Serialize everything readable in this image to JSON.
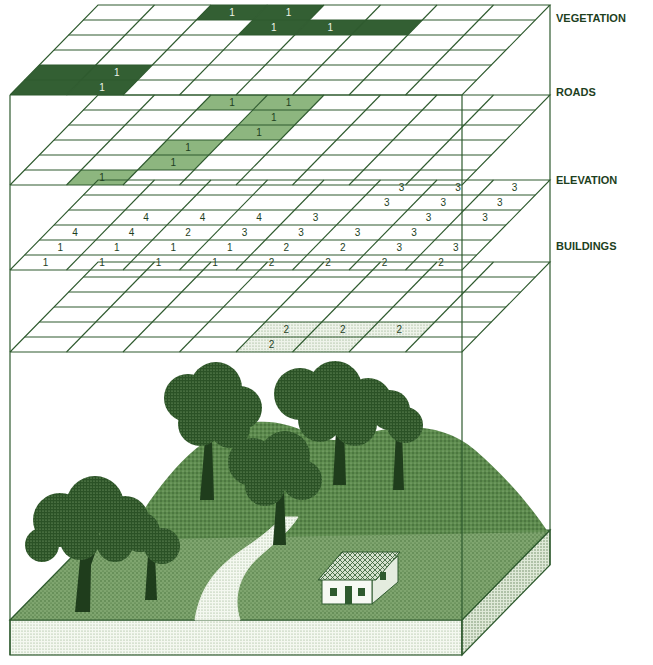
{
  "diagram": {
    "labels": [
      "VEGETATION",
      "1",
      "1",
      "1",
      "1",
      "1",
      "1",
      "ROADS",
      "1",
      "1",
      "1",
      "1",
      "1",
      "1",
      "1",
      "ELEVATION",
      "3",
      "3",
      "3",
      "3",
      "3",
      "3",
      "4",
      "4",
      "4",
      "3",
      "3",
      "3",
      "4",
      "4",
      "2",
      "3",
      "3",
      "3",
      "3",
      "1",
      "1",
      "1",
      "1",
      "2",
      "2",
      "3",
      "3",
      "1",
      "1",
      "1",
      "1",
      "2",
      "2",
      "2",
      "2",
      "BUILDINGS",
      "2",
      "2",
      "2",
      "2"
    ]
  }
}
